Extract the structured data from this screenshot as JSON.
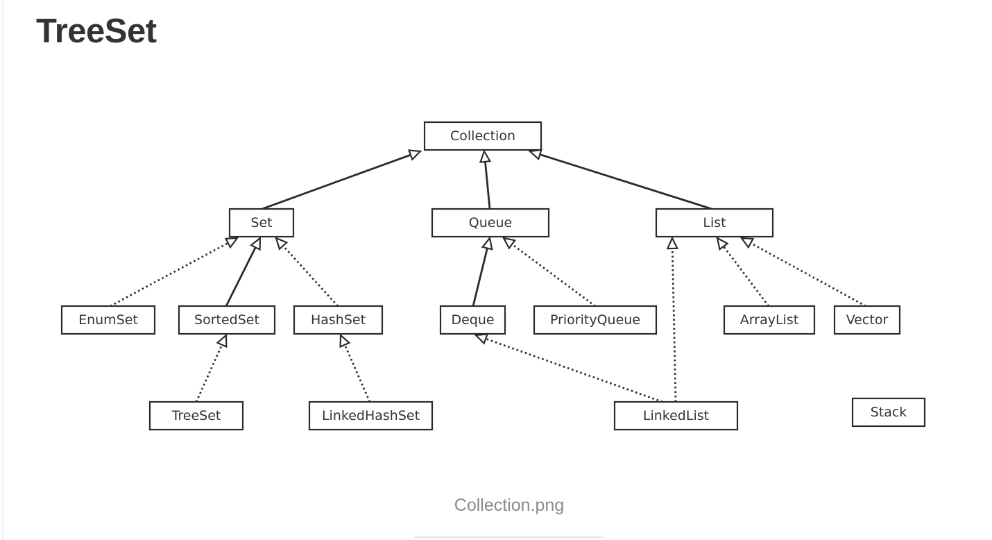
{
  "heading": "TreeSet",
  "caption": "Collection.png",
  "diagram": {
    "nodes": [
      {
        "id": "collection",
        "label": "Collection"
      },
      {
        "id": "set",
        "label": "Set"
      },
      {
        "id": "queue",
        "label": "Queue"
      },
      {
        "id": "list",
        "label": "List"
      },
      {
        "id": "enumset",
        "label": "EnumSet"
      },
      {
        "id": "sortedset",
        "label": "SortedSet"
      },
      {
        "id": "hashset",
        "label": "HashSet"
      },
      {
        "id": "deque",
        "label": "Deque"
      },
      {
        "id": "priorityqueue",
        "label": "PriorityQueue"
      },
      {
        "id": "arraylist",
        "label": "ArrayList"
      },
      {
        "id": "vector",
        "label": "Vector"
      },
      {
        "id": "treeset",
        "label": "TreeSet"
      },
      {
        "id": "linkedhashset",
        "label": "LinkedHashSet"
      },
      {
        "id": "linkedlist",
        "label": "LinkedList"
      },
      {
        "id": "stack",
        "label": "Stack"
      }
    ],
    "edges": [
      {
        "from": "set",
        "to": "collection",
        "style": "solid"
      },
      {
        "from": "queue",
        "to": "collection",
        "style": "solid"
      },
      {
        "from": "list",
        "to": "collection",
        "style": "solid"
      },
      {
        "from": "enumset",
        "to": "set",
        "style": "dotted"
      },
      {
        "from": "sortedset",
        "to": "set",
        "style": "solid"
      },
      {
        "from": "hashset",
        "to": "set",
        "style": "dotted"
      },
      {
        "from": "deque",
        "to": "queue",
        "style": "solid"
      },
      {
        "from": "priorityqueue",
        "to": "queue",
        "style": "dotted"
      },
      {
        "from": "treeset",
        "to": "sortedset",
        "style": "dotted"
      },
      {
        "from": "linkedhashset",
        "to": "hashset",
        "style": "dotted"
      },
      {
        "from": "linkedlist",
        "to": "deque",
        "style": "dotted"
      },
      {
        "from": "linkedlist",
        "to": "list",
        "style": "dotted"
      },
      {
        "from": "arraylist",
        "to": "list",
        "style": "dotted"
      },
      {
        "from": "vector",
        "to": "list",
        "style": "dotted"
      }
    ]
  }
}
